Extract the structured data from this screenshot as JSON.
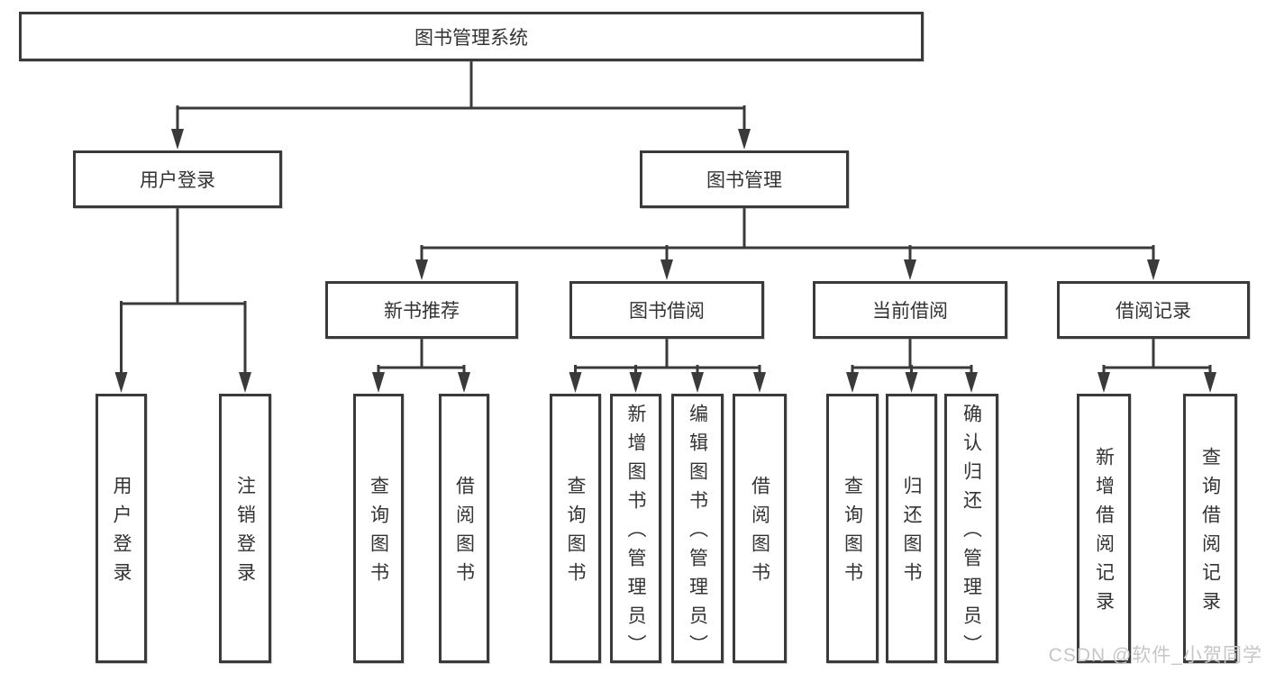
{
  "colors": {
    "line": "#3a3a3a",
    "box_border": "#3a3a3a",
    "text": "#333333",
    "watermark": "#c6c6c6",
    "background": "#ffffff"
  },
  "tree": {
    "root": {
      "label": "图书管理系统"
    },
    "level2": [
      {
        "label": "用户登录"
      },
      {
        "label": "图书管理"
      }
    ],
    "level3": [
      {
        "label": "新书推荐"
      },
      {
        "label": "图书借阅"
      },
      {
        "label": "当前借阅"
      },
      {
        "label": "借阅记录"
      }
    ],
    "leaves": {
      "user_login": [
        "用户登录",
        "注销登录"
      ],
      "new_book_recommend": [
        "查询图书",
        "借阅图书"
      ],
      "book_borrow": [
        "查询图书",
        "新增图书（管理员）",
        "编辑图书（管理员）",
        "借阅图书"
      ],
      "current_borrow": [
        "查询图书",
        "归还图书",
        "确认归还（管理员）"
      ],
      "borrow_record": [
        "新增借阅记录",
        "查询借阅记录"
      ]
    }
  },
  "watermark": {
    "text": "CSDN @软件_小贺同学"
  }
}
